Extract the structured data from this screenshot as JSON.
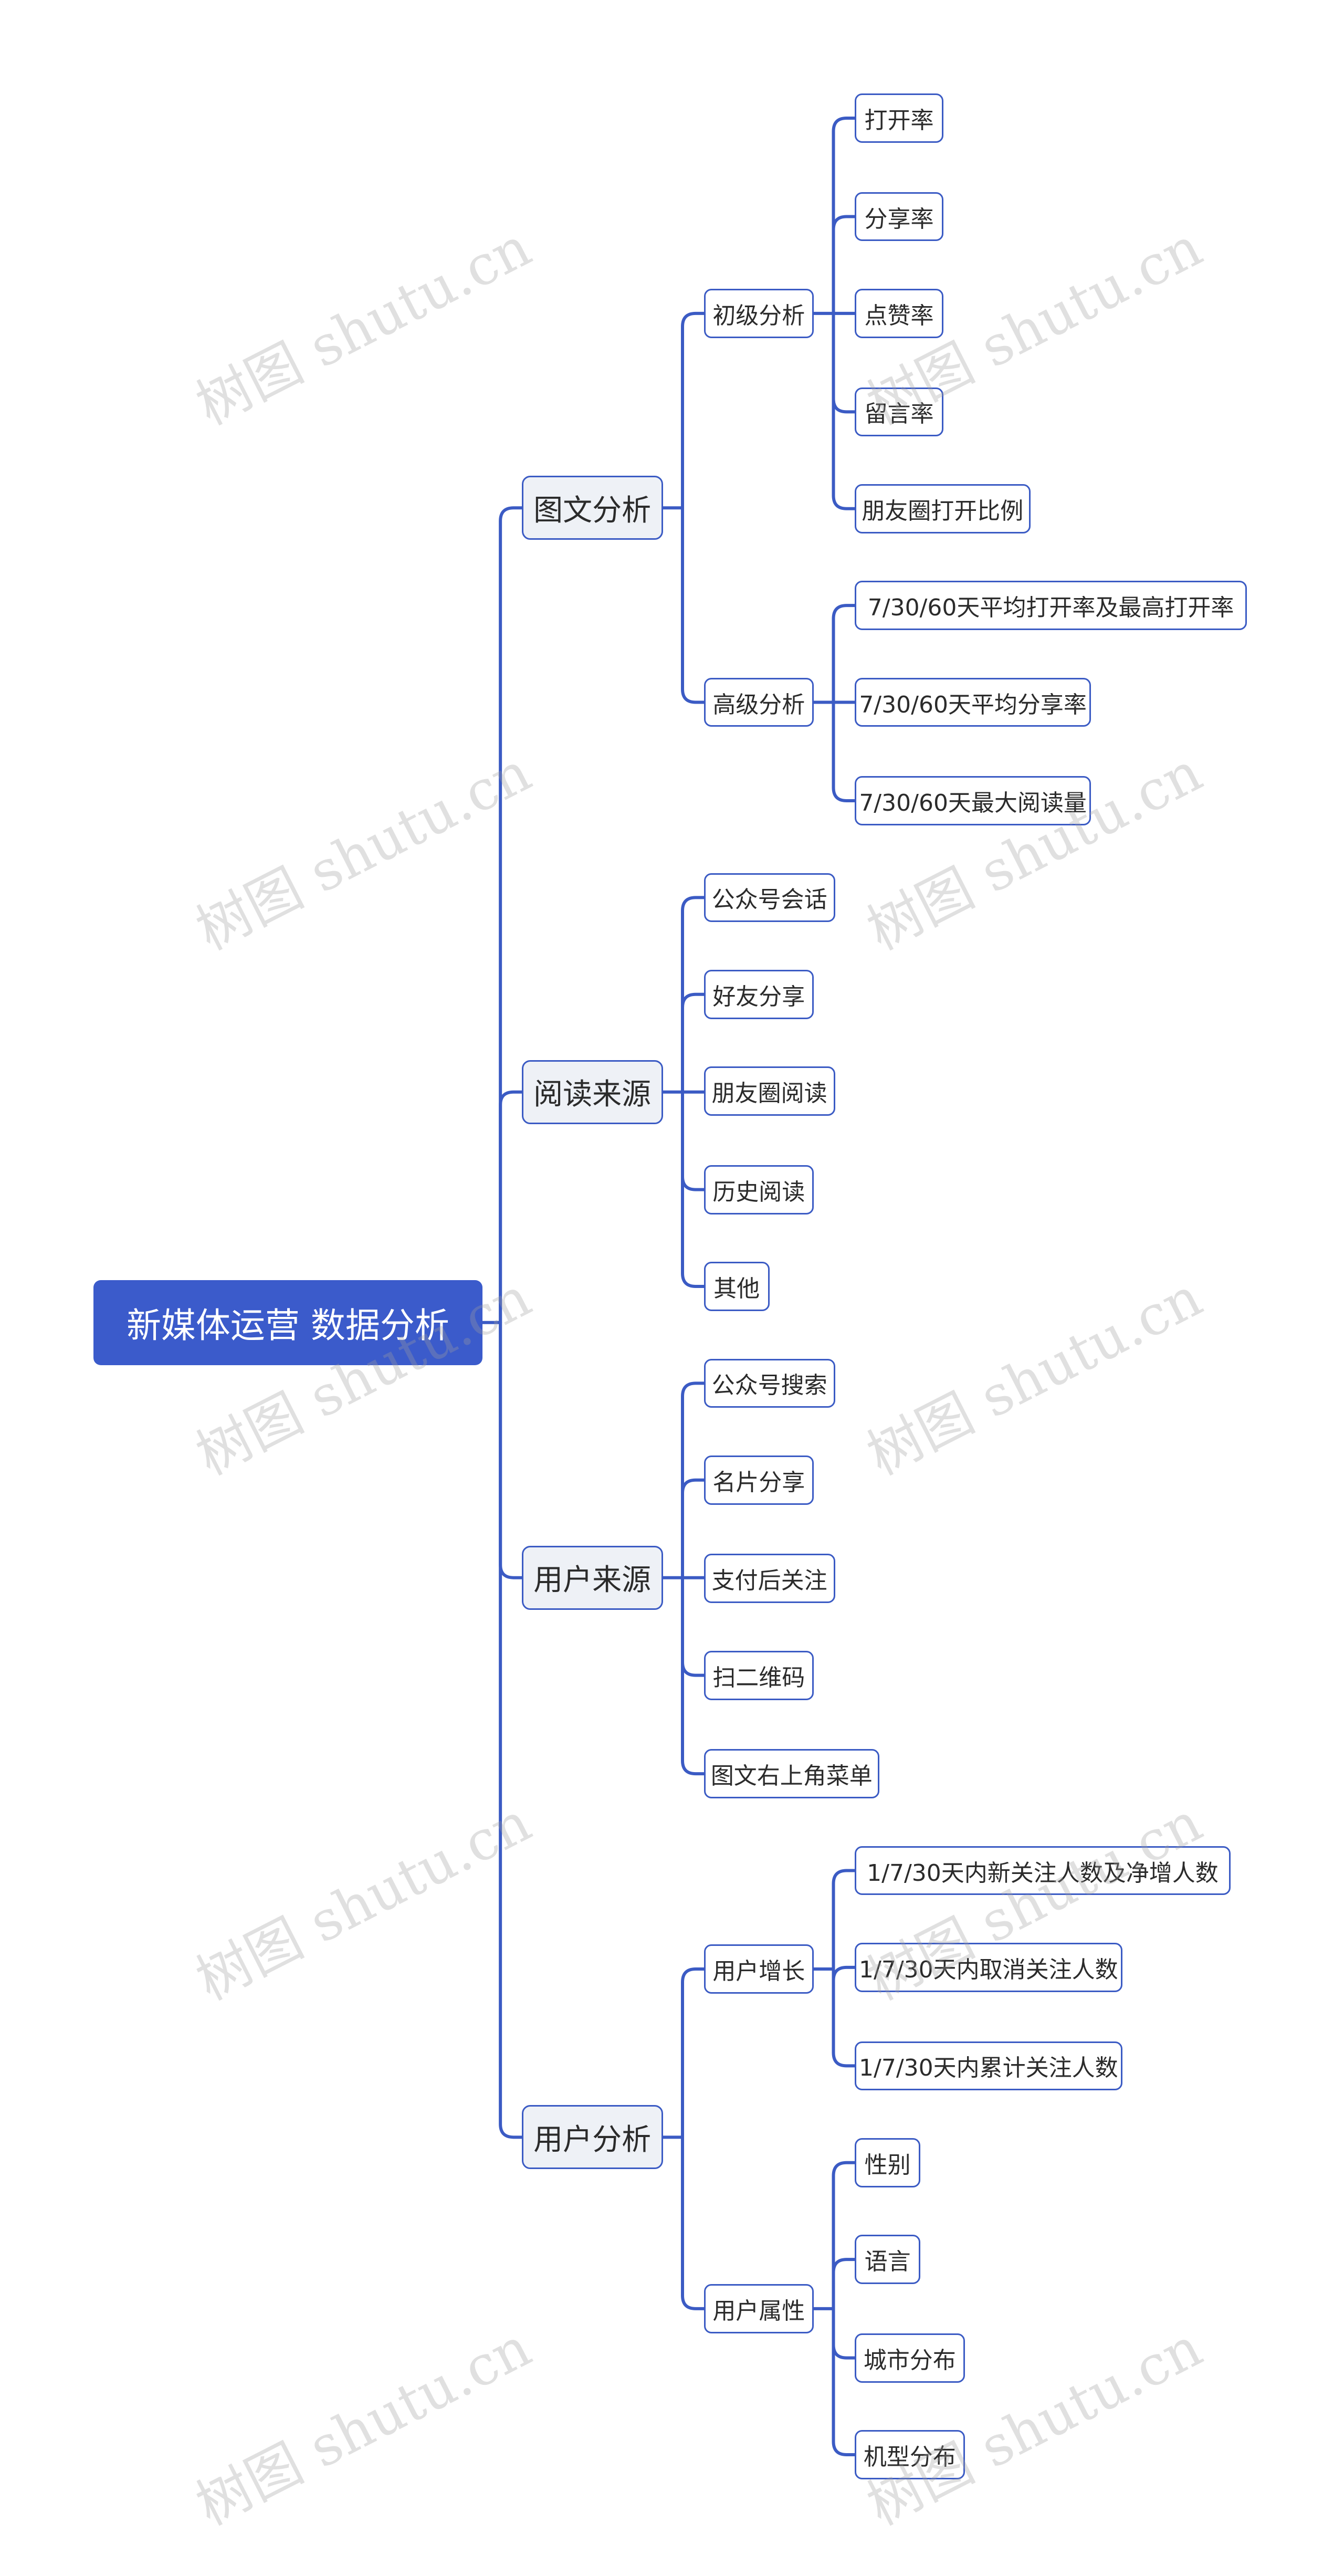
{
  "root": {
    "label": "新媒体运营 数据分析"
  },
  "branches": [
    {
      "label": "图文分析",
      "children": [
        {
          "label": "初级分析",
          "children": [
            "打开率",
            "分享率",
            "点赞率",
            "留言率",
            "朋友圈打开比例"
          ]
        },
        {
          "label": "高级分析",
          "children": [
            "7/30/60天平均打开率及最高打开率",
            "7/30/60天平均分享率",
            "7/30/60天最大阅读量"
          ]
        }
      ]
    },
    {
      "label": "阅读来源",
      "children": [
        "公众号会话",
        "好友分享",
        "朋友圈阅读",
        "历史阅读",
        "其他"
      ]
    },
    {
      "label": "用户来源",
      "children": [
        "公众号搜索",
        "名片分享",
        "支付后关注",
        "扫二维码",
        "图文右上角菜单"
      ]
    },
    {
      "label": "用户分析",
      "children": [
        {
          "label": "用户增长",
          "children": [
            "1/7/30天内新关注人数及净增人数",
            "1/7/30天内取消关注人数",
            "1/7/30天内累计关注人数"
          ]
        },
        {
          "label": "用户属性",
          "children": [
            "性别",
            "语言",
            "城市分布",
            "机型分布"
          ]
        }
      ]
    }
  ],
  "watermark": {
    "text": "树图 shutu.cn"
  },
  "colors": {
    "line": "#3b5bc4",
    "root_fill": "#3b5bcb",
    "branch_fill": "#eef1f6"
  }
}
